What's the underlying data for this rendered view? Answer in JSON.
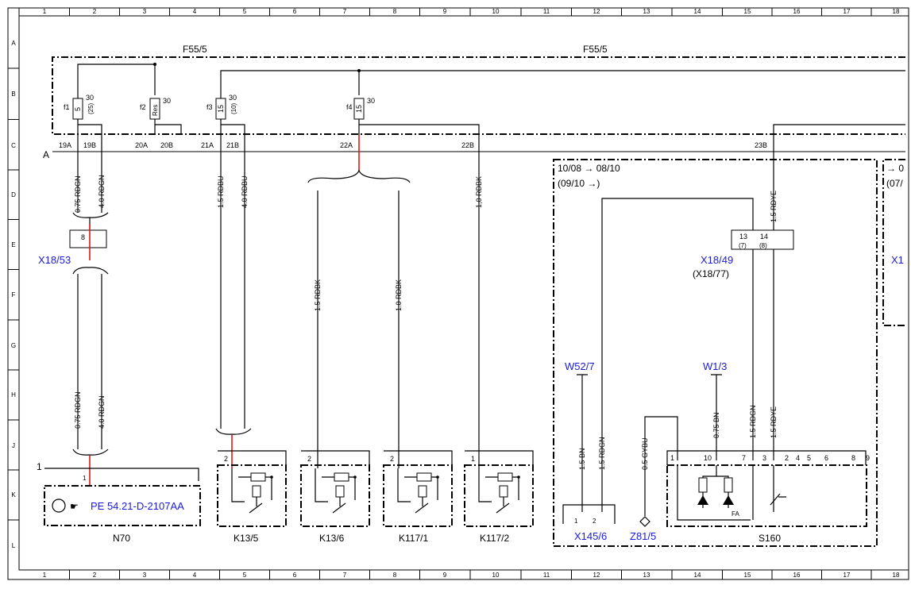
{
  "grid": {
    "columns": [
      "1",
      "2",
      "3",
      "4",
      "5",
      "6",
      "7",
      "8",
      "9",
      "10",
      "11",
      "12",
      "13",
      "14",
      "15",
      "16",
      "17",
      "18"
    ],
    "rows": [
      "A",
      "B",
      "C",
      "D",
      "E",
      "F",
      "G",
      "H",
      "J",
      "K",
      "L"
    ]
  },
  "fuse_box": {
    "label_left": "F55/5",
    "label_right": "F55/5",
    "fuses": [
      {
        "name": "f1",
        "rating": "5",
        "terminal": "30",
        "note": "(25)"
      },
      {
        "name": "f2",
        "rating": "Res",
        "terminal": "30",
        "note": ""
      },
      {
        "name": "f3",
        "rating": "15",
        "terminal": "30",
        "note": "(10)"
      },
      {
        "name": "f4",
        "rating": "15",
        "terminal": "30",
        "note": ""
      }
    ],
    "pins": [
      "19A",
      "19B",
      "20A",
      "20B",
      "21A",
      "21B",
      "22A",
      "22B",
      "23B"
    ],
    "connector_letter": "A"
  },
  "wires": {
    "w1": "0.75 RDGN",
    "w2": "4.0 RDGN",
    "w3": "1.5 RDBU",
    "w4": "4.0 RDBU",
    "w5": "1,0 RDBK",
    "w6": "1.5 RDYE",
    "w7": "1.5 RDBK",
    "w8": "1.0 RDBK",
    "w9": "0.75 RDGN",
    "w10": "4.0 RDGN",
    "w11": "1.5 BN",
    "w12": "1.5 RDGN",
    "w13": "0.5 GYBU",
    "w14": "0.75 BN",
    "w15": "1.5 RDGN",
    "w16": "1.5 RDYE"
  },
  "components": {
    "x18_53": "X18/53",
    "x18_53_pin": "8",
    "x18_49": "X18/49",
    "x18_49_alt": "(X18/77)",
    "x18_49_pins": [
      "13",
      "14"
    ],
    "x18_49_alt_pins": [
      "(7)",
      "(8)"
    ],
    "w52_7": "W52/7",
    "w1_3": "W1/3",
    "x145_6": "X145/6",
    "z81_5": "Z81/5",
    "s160": "S160",
    "n70": "N70",
    "n70_ref": "PE 54.21-D-2107AA",
    "n70_pin_top": "1",
    "n70_pin": "1",
    "k13_5": "K13/5",
    "k13_6": "K13/6",
    "k117_1": "K117/1",
    "k117_2": "K117/2",
    "relay_pins": [
      "2",
      "2",
      "2",
      "1"
    ],
    "s160_pins": [
      "1",
      "10",
      "7",
      "3",
      "2",
      "4",
      "5",
      "6",
      "8",
      "9"
    ],
    "s160_fa": "FA",
    "x145_pins": [
      "1",
      "2"
    ]
  },
  "notes": {
    "model1": "10/08 → 08/10",
    "model2": "(09/10 →)",
    "model3": "→ 0",
    "model4": "(07/",
    "x1_partial": "X1"
  }
}
